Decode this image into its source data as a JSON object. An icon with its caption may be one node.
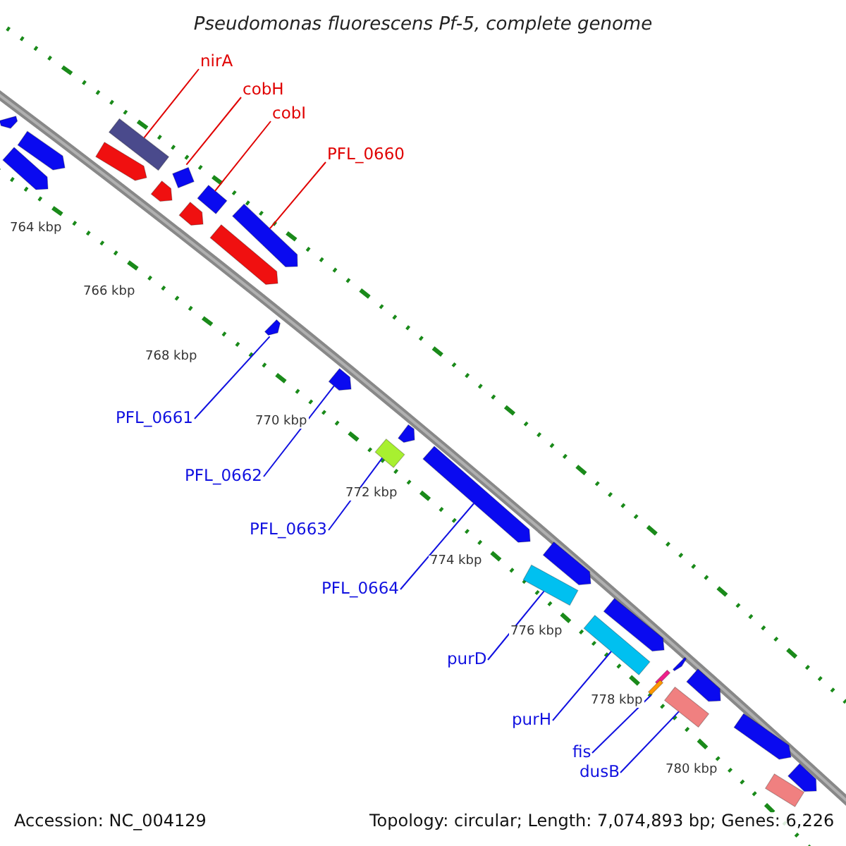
{
  "diagram": {
    "title": "Pseudomonas fluorescens Pf-5, complete genome",
    "nodes": [
      {
        "text": [
          "nirA"
        ]
      },
      {
        "text": [
          "cobH"
        ]
      },
      {
        "text": [
          "cobI"
        ]
      },
      {
        "text": [
          "PFL_0660"
        ]
      },
      {
        "text": [
          "PFL_0661"
        ]
      },
      {
        "text": [
          "PFL_0662"
        ]
      },
      {
        "text": [
          "PFL_0663"
        ]
      },
      {
        "text": [
          "PFL_0664"
        ]
      },
      {
        "text": [
          "purD"
        ]
      },
      {
        "text": [
          "purH"
        ]
      },
      {
        "text": [
          "fis"
        ]
      },
      {
        "text": [
          "dusB"
        ]
      },
      {
        "text": [],
        "shape": "bar"
      },
      {
        "text": [],
        "shape": "bar"
      },
      {
        "text": [],
        "shape": "bar"
      },
      {
        "text": [],
        "shape": "bar"
      },
      {
        "text": [],
        "shape": "bar"
      },
      {
        "text": [],
        "shape": "bar"
      },
      {
        "text": [],
        "shape": "bar"
      },
      {
        "text": [],
        "shape": "bar"
      },
      {
        "text": [],
        "shape": "bar"
      },
      {
        "text": [],
        "shape": "bar"
      },
      {
        "text": [],
        "shape": "bar"
      },
      {
        "text": [],
        "shape": "bar"
      },
      {
        "text": [],
        "shape": "bar"
      },
      {
        "text": [],
        "shape": "bar"
      },
      {
        "text": [],
        "shape": "bar"
      },
      {
        "text": [],
        "shape": "bar"
      },
      {
        "text": [],
        "shape": "bar"
      },
      {
        "text": [],
        "shape": "bar"
      },
      {
        "text": [],
        "shape": "bar"
      },
      {
        "text": [],
        "shape": "bar"
      },
      {
        "text": [],
        "shape": "bar"
      },
      {
        "text": [],
        "shape": "bar"
      },
      {
        "text": [],
        "shape": "bar"
      },
      {
        "text": [],
        "shape": "bar"
      },
      {
        "text": [],
        "shape": "bar"
      },
      {
        "text": [],
        "shape": "bar"
      },
      {
        "text": [],
        "shape": "bar"
      },
      {
        "text": [],
        "shape": "bar"
      }
    ],
    "edges": [
      {
        "from": 0,
        "to": 15,
        "arrow": "none",
        "color": "#e00000"
      },
      {
        "from": 1,
        "to": 16,
        "arrow": "none",
        "color": "#e00000"
      },
      {
        "from": 2,
        "to": 17,
        "arrow": "none",
        "color": "#e00000"
      },
      {
        "from": 3,
        "to": 18,
        "arrow": "none",
        "color": "#e00000"
      },
      {
        "from": 4,
        "to": 23,
        "arrow": "none"
      },
      {
        "from": 5,
        "to": 24,
        "arrow": "none"
      },
      {
        "from": 6,
        "to": 26,
        "arrow": "none"
      },
      {
        "from": 7,
        "to": 27,
        "arrow": "none"
      },
      {
        "from": 8,
        "to": 29,
        "arrow": "none"
      },
      {
        "from": 9,
        "to": 31,
        "arrow": "none"
      },
      {
        "from": 10,
        "to": 35,
        "arrow": "none"
      },
      {
        "from": 11,
        "to": 36,
        "arrow": "none"
      }
    ],
    "labels": [
      "764 kbp",
      "766 kbp",
      "768 kbp",
      "770 kbp",
      "772 kbp",
      "774 kbp",
      "776 kbp",
      "778 kbp",
      "780 kbp",
      "Accession: NC_004129",
      "Topology: circular; Length: 7,074,893 bp; Genes: 6,226"
    ]
  }
}
